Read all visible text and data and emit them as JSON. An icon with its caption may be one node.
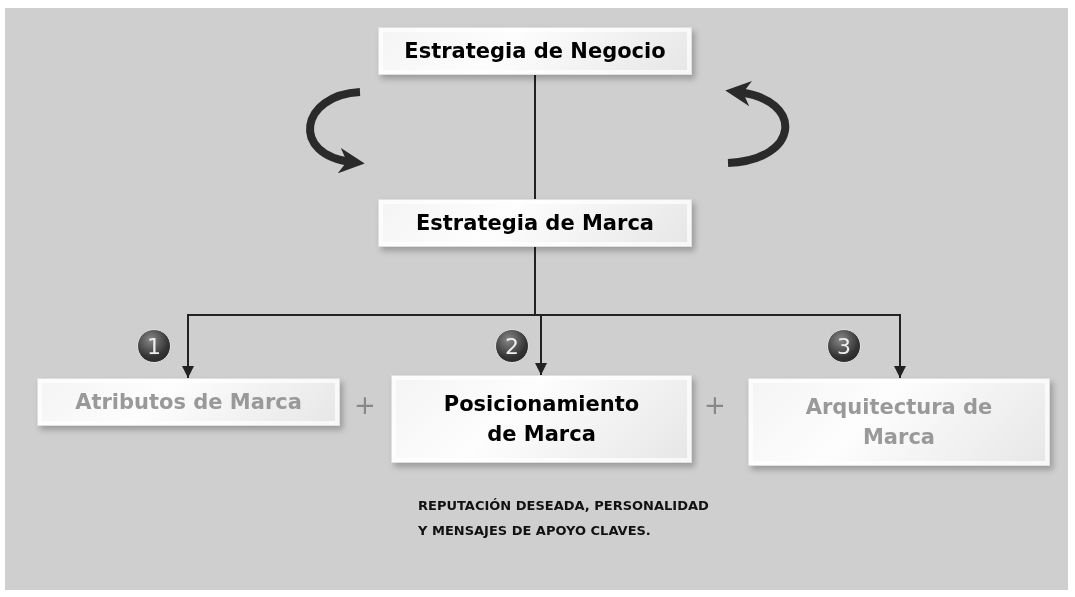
{
  "diagram": {
    "nodes": [
      {
        "text": [
          "Estrategia de Negocio"
        ]
      },
      {
        "text": [
          "Estrategia de Marca"
        ]
      },
      {
        "text": [
          "Atributos de Marca"
        ]
      },
      {
        "text": [
          "Posicionamiento de Marca"
        ],
        "beside": [
          "REPUTACIÓN DESEADA, PERSONALIDAD Y MENSAJES DE APOYO CLAVES."
        ]
      },
      {
        "text": [
          "Arquitectura de Marca"
        ]
      }
    ],
    "edges": [
      {
        "from": 0,
        "to": 1,
        "arrow": "none"
      },
      {
        "from": 1,
        "to": 2,
        "arrow": "to"
      },
      {
        "from": 1,
        "to": 3,
        "arrow": "to"
      },
      {
        "from": 1,
        "to": 4,
        "arrow": "to"
      }
    ],
    "labels": [
      "1",
      "2",
      "3",
      "+",
      "+"
    ]
  }
}
